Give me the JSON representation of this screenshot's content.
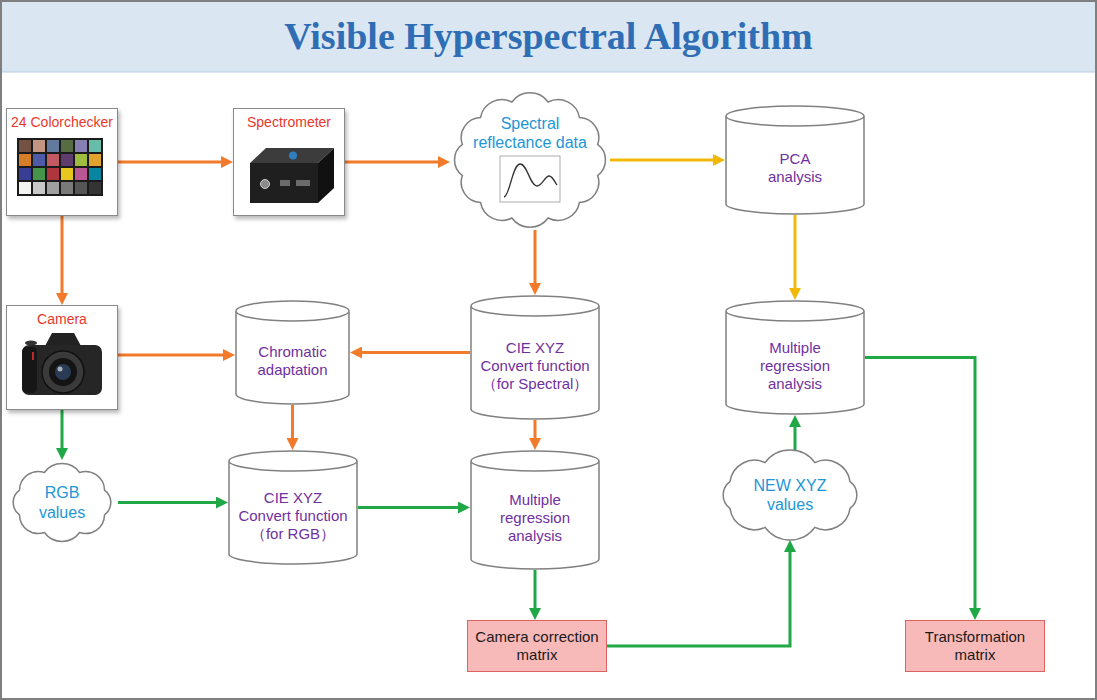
{
  "diagram": {
    "title": "Visible Hyperspectral Algorithm",
    "nodes": [
      {
        "text": [
          "24 Colorchecker"
        ]
      },
      {
        "text": [
          "Spectrometer"
        ]
      },
      {
        "text": [
          "Spectral reflectance data"
        ]
      },
      {
        "text": [
          "PCA analysis"
        ]
      },
      {
        "text": [
          "Camera"
        ]
      },
      {
        "text": [
          "Chromatic adaptation"
        ]
      },
      {
        "text": [
          "CIE XYZ Convert function （for Spectral）"
        ]
      },
      {
        "text": [
          "Multiple regression analysis"
        ]
      },
      {
        "text": [
          "RGB values"
        ]
      },
      {
        "text": [
          "CIE XYZ Convert function （for RGB）"
        ]
      },
      {
        "text": [
          "Multiple regression analysis"
        ]
      },
      {
        "text": [
          "NEW XYZ values"
        ]
      },
      {
        "text": [
          "Camera correction matrix"
        ]
      },
      {
        "text": [
          "Transformation matrix"
        ]
      }
    ],
    "edges": [
      {
        "from": 0,
        "to": 1,
        "arrow": "to"
      },
      {
        "from": 1,
        "to": 2,
        "arrow": "to"
      },
      {
        "from": 2,
        "to": 3,
        "arrow": "to"
      },
      {
        "from": 0,
        "to": 4,
        "arrow": "to"
      },
      {
        "from": 2,
        "to": 6,
        "arrow": "to"
      },
      {
        "from": 3,
        "to": 7,
        "arrow": "to"
      },
      {
        "from": 4,
        "to": 5,
        "arrow": "to"
      },
      {
        "from": 6,
        "to": 5,
        "arrow": "to"
      },
      {
        "from": 5,
        "to": 9,
        "arrow": "to"
      },
      {
        "from": 6,
        "to": 10,
        "arrow": "to"
      },
      {
        "from": 4,
        "to": 8,
        "arrow": "to"
      },
      {
        "from": 8,
        "to": 9,
        "arrow": "to"
      },
      {
        "from": 9,
        "to": 10,
        "arrow": "to"
      },
      {
        "from": 10,
        "to": 12,
        "arrow": "to"
      },
      {
        "from": 12,
        "to": 11,
        "arrow": "to"
      },
      {
        "from": 11,
        "to": 7,
        "arrow": "to"
      },
      {
        "from": 7,
        "to": 13,
        "arrow": "to"
      }
    ]
  }
}
